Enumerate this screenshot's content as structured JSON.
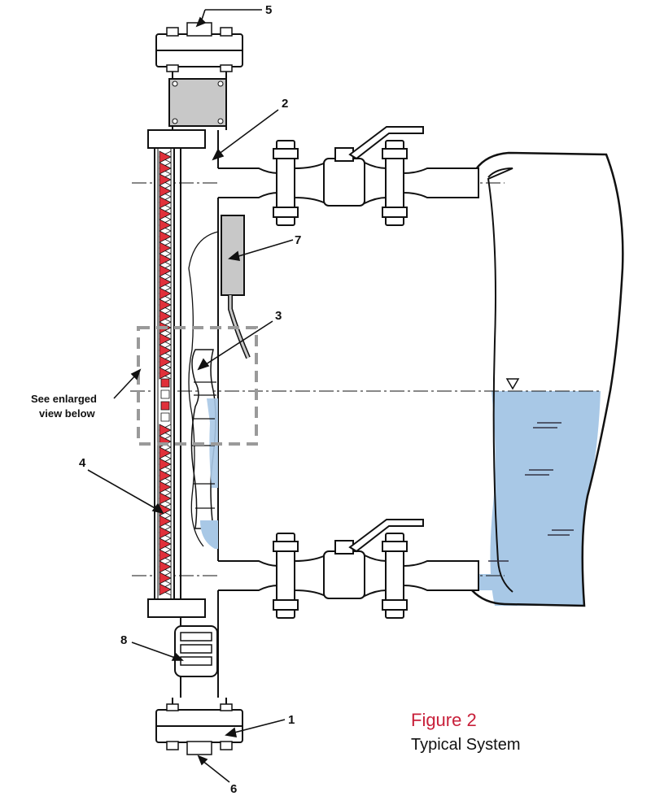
{
  "figure": {
    "number_label": "Figure 2",
    "caption": "Typical System",
    "number_color": "#c8203a"
  },
  "note": {
    "line1": "See enlarged",
    "line2": "view below"
  },
  "callouts": [
    "1",
    "2",
    "3",
    "4",
    "5",
    "6",
    "7",
    "8"
  ],
  "colors": {
    "liquid": "#a8c8e6",
    "indicator_red": "#e0303a",
    "switch_gray": "#c8c8c8",
    "outline": "#111111",
    "dash_box": "#9a9a9a"
  },
  "liquid_level_marker": "triangle-level-icon"
}
